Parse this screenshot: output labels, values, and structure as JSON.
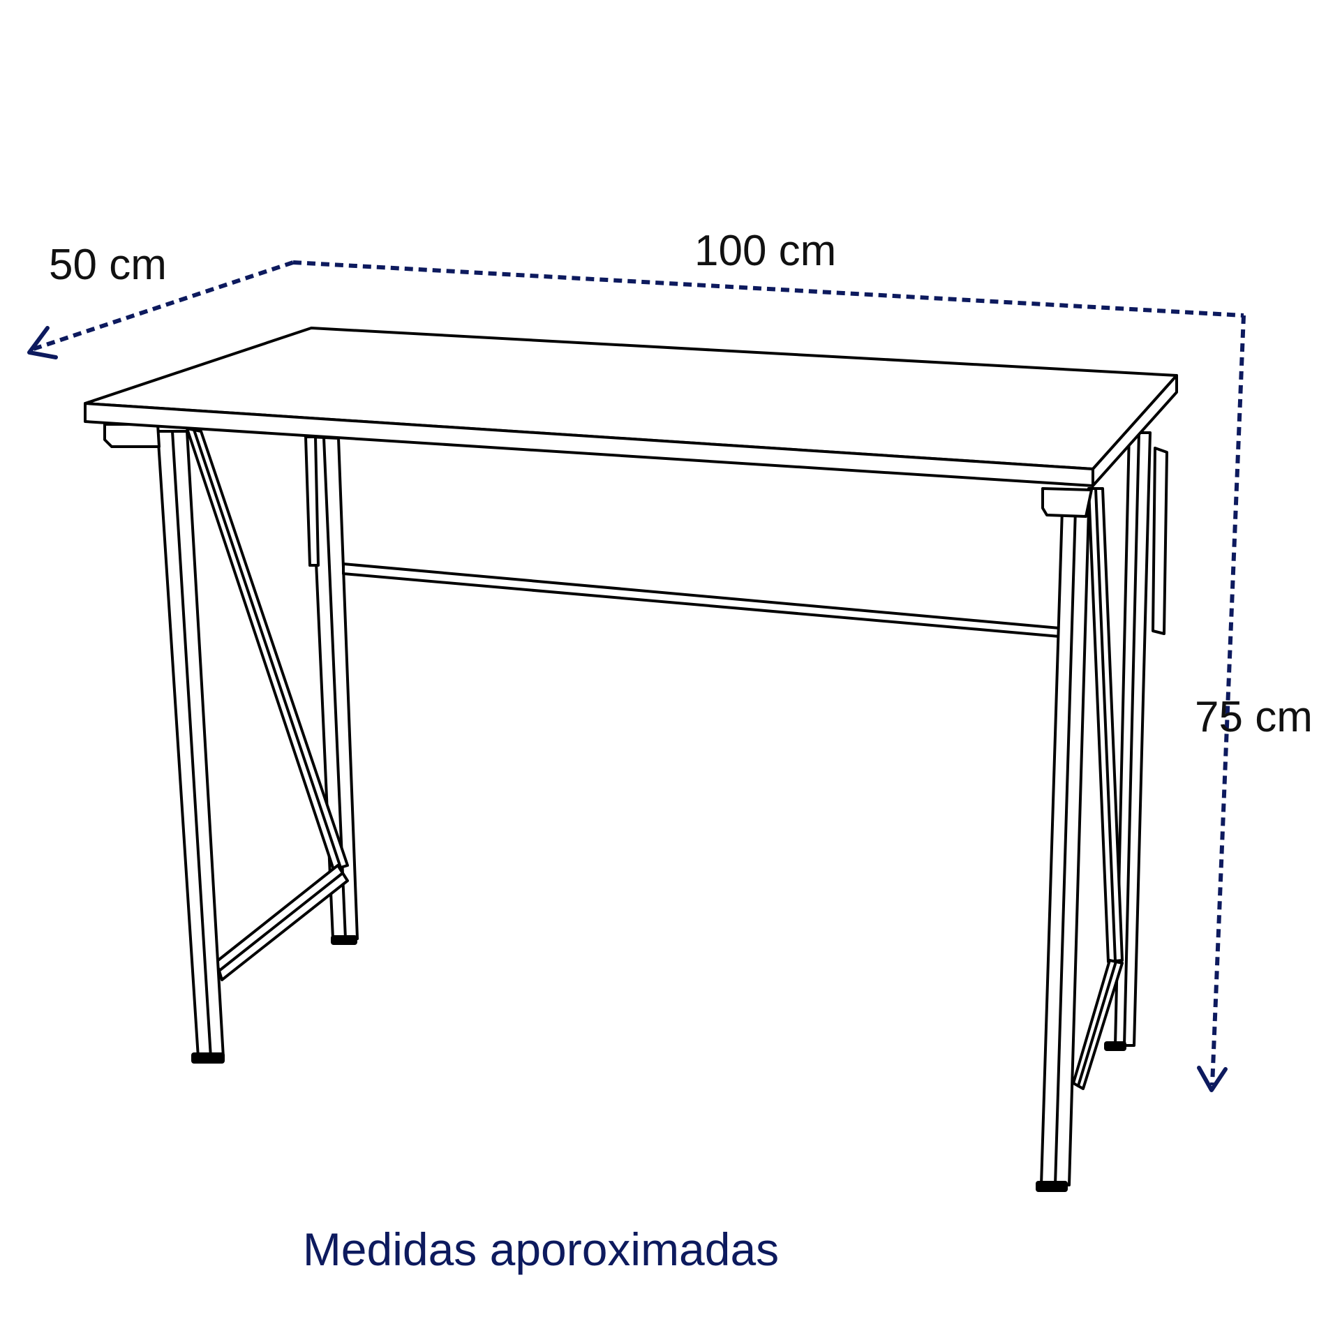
{
  "dimensions": {
    "depth_label": "50 cm",
    "width_label": "100 cm",
    "height_label": "75 cm"
  },
  "caption": "Medidas aporoximadas",
  "colors": {
    "dimension_line": "#0d1a5e",
    "caption_text": "#0d1a5e",
    "outline": "#000000"
  },
  "icons": [
    "desk-drawing",
    "arrow-left-down-icon",
    "arrow-down-icon"
  ]
}
